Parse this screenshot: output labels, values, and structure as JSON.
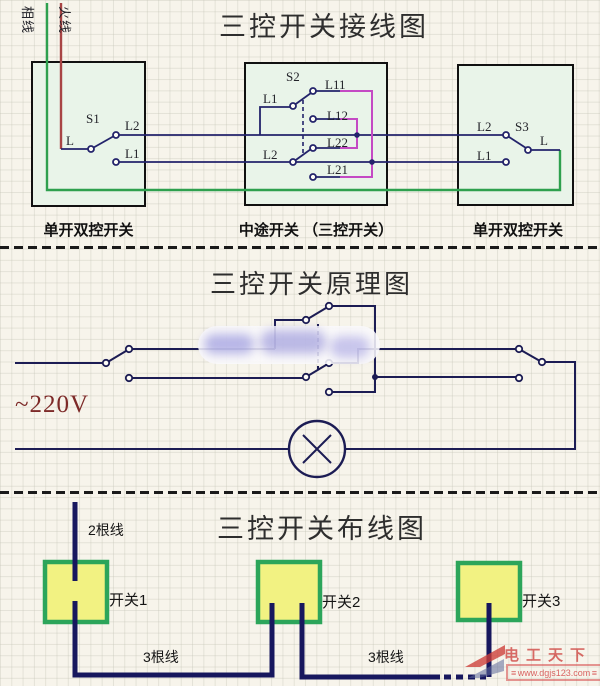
{
  "section1": {
    "title": "三控开关接线图",
    "incoming_wires": {
      "phase": "相线",
      "live": "火线"
    },
    "switch1": {
      "name": "S1",
      "terminals": {
        "l": "L",
        "l2": "L2",
        "l1": "L1"
      },
      "caption": "单开双控开关"
    },
    "switch2": {
      "name": "S2",
      "terminals": {
        "l1": "L1",
        "l2": "L2",
        "l11": "L11",
        "l12": "L12",
        "l22": "L22",
        "l21": "L21"
      },
      "caption": "中途开关 （三控开关）"
    },
    "switch3": {
      "name": "S3",
      "terminals": {
        "l2": "L2",
        "l1": "L1",
        "l": "L"
      },
      "caption": "单开双控开关"
    }
  },
  "section2": {
    "title": "三控开关原理图",
    "voltage": "~220V"
  },
  "section3": {
    "title": "三控开关布线图",
    "wire_labels": {
      "two": "2根线",
      "three_a": "3根线",
      "three_b": "3根线"
    },
    "switches": [
      "开关1",
      "开关2",
      "开关3"
    ]
  },
  "watermark": {
    "brand": "电工天下",
    "url": "www.dgjs123.com",
    "deco": "≡"
  },
  "colors": {
    "wire_navy": "#23236b",
    "wire_green": "#2ea04e",
    "wire_red": "#a84444",
    "wire_pink": "#c44ac4",
    "schematic": "#1c1c54",
    "thick_wire": "#17175e",
    "box_fill": "#e9f4e9",
    "switch_box_border": "#2ca55a",
    "switch_box_fill": "#f2f282",
    "voltage_text": "#7d2a28",
    "watermark_red": "#ca3430"
  }
}
